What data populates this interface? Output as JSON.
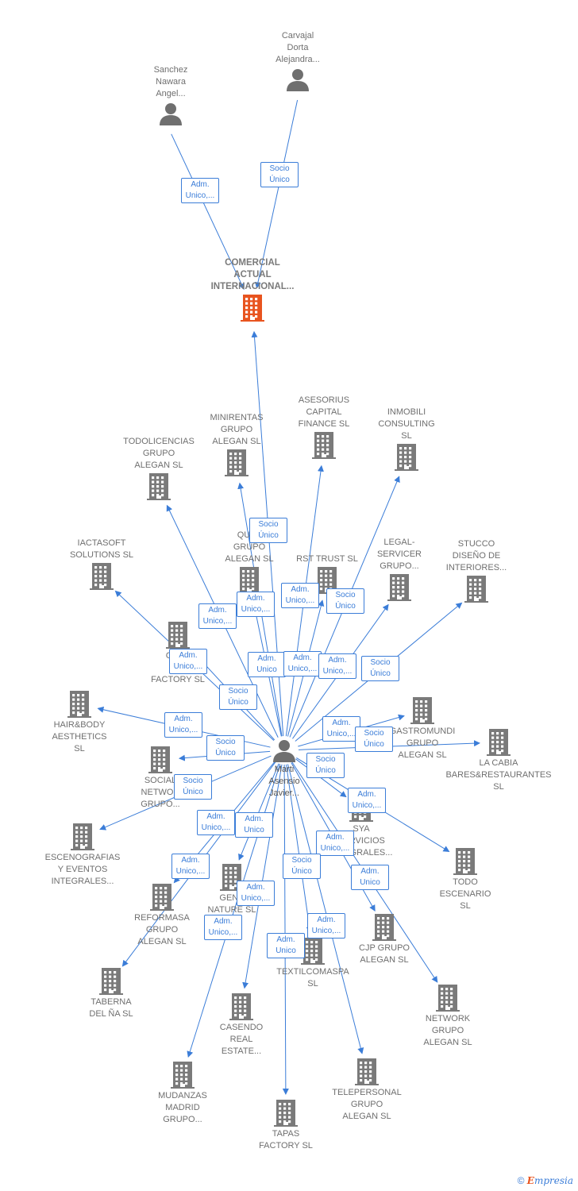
{
  "diagram": {
    "people": [
      {
        "id": "sanchez",
        "label": "Sanchez\nNawara\nAngel..."
      },
      {
        "id": "carvajal",
        "label": "Carvajal\nDorta\nAlejandra..."
      },
      {
        "id": "marti",
        "label": "Marti\nAsensio\nJavier..."
      }
    ],
    "main_company": {
      "id": "comercial",
      "label": "COMERCIAL\nACTUAL\nINTERNACIONAL..."
    },
    "companies": [
      {
        "id": "todolicencias",
        "label": "TODOLICENCIAS\nGRUPO\nALEGAN  SL"
      },
      {
        "id": "minirentas",
        "label": "MINIRENTAS\nGRUPO\nALEGAN  SL"
      },
      {
        "id": "asesorius",
        "label": "ASESORIUS\nCAPITAL\nFINANCE  SL"
      },
      {
        "id": "inmobili",
        "label": "INMOBILI\nCONSULTING\nSL"
      },
      {
        "id": "iactasoft",
        "label": "IACTASOFT\nSOLUTIONS  SL"
      },
      {
        "id": "quet",
        "label": "QUET\nGRUPO\nALEGAN  SL"
      },
      {
        "id": "rst",
        "label": "RST TRUST  SL"
      },
      {
        "id": "legal",
        "label": "LEGAL-\nSERVICER\nGRUPO..."
      },
      {
        "id": "stucco",
        "label": "STUCCO\nDISEÑO DE\nINTERIORES..."
      },
      {
        "id": "cube",
        "label": "CUBE\nPI\nFACTORY  SL"
      },
      {
        "id": "hairbody",
        "label": "HAIR&BODY\nAESTHETICS\nSL"
      },
      {
        "id": "gastromundi",
        "label": "GASTROMUNDI\nGRUPO\nALEGAN  SL"
      },
      {
        "id": "lacabia",
        "label": "LA CABIA\nBARES&RESTAURANTES\nSL"
      },
      {
        "id": "social",
        "label": "SOCIAL\nNETWOR\nGRUPO..."
      },
      {
        "id": "escenografias",
        "label": "ESCENOGRAFIAS\nY EVENTOS\nINTEGRALES..."
      },
      {
        "id": "sya",
        "label": "SYA\nSERVICIOS\nINTEGRALES..."
      },
      {
        "id": "todoescenario",
        "label": "TODO\nESCENARIO\nSL"
      },
      {
        "id": "reformasa",
        "label": "REFORMASA\nGRUPO\nALEGAN  SL"
      },
      {
        "id": "genenature",
        "label": "GENE\nNATURE SL"
      },
      {
        "id": "cjp",
        "label": "CJP GRUPO\nALEGAN  SL"
      },
      {
        "id": "textilcomaspa",
        "label": "TEXTILCOMASPA\nSL"
      },
      {
        "id": "taberna",
        "label": "TABERNA\nDEL ÑA  SL"
      },
      {
        "id": "casendo",
        "label": "CASENDO\nREAL\nESTATE..."
      },
      {
        "id": "network",
        "label": "NETWORK\nGRUPO\nALEGAN  SL"
      },
      {
        "id": "mudanzas",
        "label": "MUDANZAS\nMADRID\nGRUPO..."
      },
      {
        "id": "telepersonal",
        "label": "TELEPERSONAL\nGRUPO\nALEGAN  SL"
      },
      {
        "id": "tapas",
        "label": "TAPAS\nFACTORY SL"
      }
    ],
    "relations": [
      {
        "from": "sanchez",
        "to": "comercial",
        "label": "Adm.\nUnico,..."
      },
      {
        "from": "carvajal",
        "to": "comercial",
        "label": "Socio\nÚnico"
      },
      {
        "from": "marti",
        "to": "comercial",
        "label": "Socio\nÚnico"
      },
      {
        "from": "marti",
        "to": "minirentas",
        "label": "Adm.\nUnico,..."
      },
      {
        "from": "marti",
        "to": "todolicencias",
        "label": "Adm.\nUnico,..."
      },
      {
        "from": "marti",
        "to": "asesorius",
        "label": "Adm.\nUnico,..."
      },
      {
        "from": "marti",
        "to": "inmobili",
        "label": "Socio\nÚnico"
      },
      {
        "from": "marti",
        "to": "iactasoft",
        "label": "Adm.\nUnico,..."
      },
      {
        "from": "marti",
        "to": "quet",
        "label": "Adm.\nUnico"
      },
      {
        "from": "marti",
        "to": "rst",
        "label": "Adm.\nUnico,..."
      },
      {
        "from": "marti",
        "to": "legal",
        "label": "Adm.\nUnico,..."
      },
      {
        "from": "marti",
        "to": "stucco",
        "label": "Socio\nÚnico"
      },
      {
        "from": "marti",
        "to": "cube",
        "label": "Socio\nÚnico"
      },
      {
        "from": "marti",
        "to": "hairbody",
        "label": "Adm.\nUnico,..."
      },
      {
        "from": "marti",
        "to": "gastromundi",
        "label": "Adm.\nUnico,..."
      },
      {
        "from": "marti",
        "to": "lacabia",
        "label": "Socio\nÚnico"
      },
      {
        "from": "marti",
        "to": "social",
        "label": "Socio\nÚnico"
      },
      {
        "from": "marti",
        "to": "escenografias",
        "label": "Socio\nÚnico"
      },
      {
        "from": "marti",
        "to": "sya",
        "label": "Socio\nÚnico"
      },
      {
        "from": "marti",
        "to": "todoescenario",
        "label": "Adm.\nUnico,..."
      },
      {
        "from": "marti",
        "to": "reformasa",
        "label": "Adm.\nUnico,..."
      },
      {
        "from": "marti",
        "to": "genenature",
        "label": "Adm.\nUnico"
      },
      {
        "from": "marti",
        "to": "cjp",
        "label": "Adm.\nUnico,..."
      },
      {
        "from": "marti",
        "to": "textilcomaspa",
        "label": "Socio\nÚnico"
      },
      {
        "from": "marti",
        "to": "taberna",
        "label": "Adm.\nUnico,..."
      },
      {
        "from": "marti",
        "to": "casendo",
        "label": "Adm.\nUnico,..."
      },
      {
        "from": "marti",
        "to": "network",
        "label": "Adm.\nUnico"
      },
      {
        "from": "marti",
        "to": "mudanzas",
        "label": "Adm.\nUnico,..."
      },
      {
        "from": "marti",
        "to": "telepersonal",
        "label": "Adm.\nUnico,..."
      },
      {
        "from": "marti",
        "to": "tapas",
        "label": "Adm.\nUnico"
      }
    ]
  },
  "colors": {
    "edge": "#3b7dd8",
    "person": "#6f6f6f",
    "company": "#7a7a7a",
    "main_company": "#e8541f"
  },
  "footer": {
    "copyright": "©",
    "brand_first": "E",
    "brand_rest": "mpresia"
  }
}
